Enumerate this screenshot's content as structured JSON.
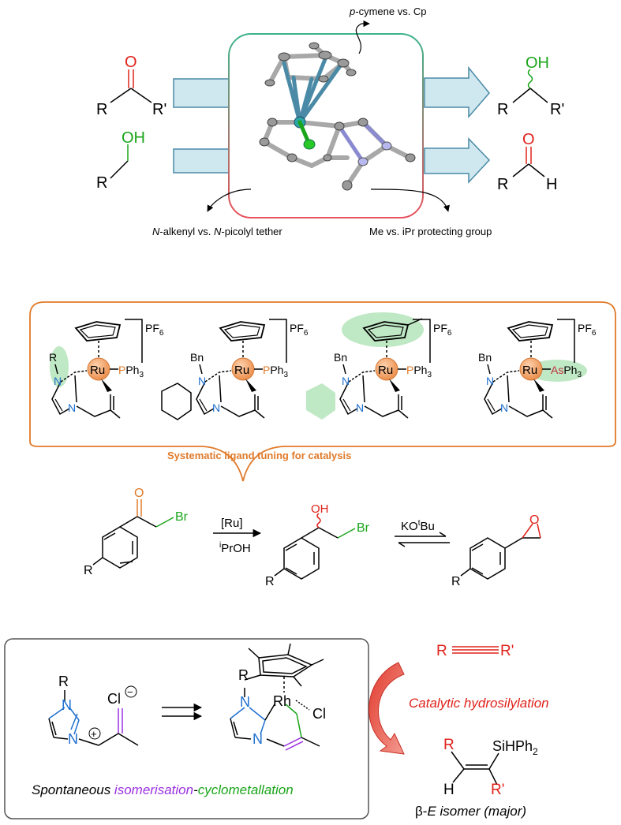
{
  "panel1": {
    "ketone": {
      "R": "R",
      "R2": "R'",
      "O": "O"
    },
    "alcohol_sub": {
      "R": "R",
      "OH": "OH"
    },
    "product_alcohol": {
      "R": "R",
      "R2": "R'",
      "OH": "OH"
    },
    "product_aldehyde": {
      "R": "R",
      "H": "H",
      "O": "O"
    },
    "note_top_prefix": "p",
    "note_top_rest": "-cymene vs. Cp",
    "note_left_a": "N",
    "note_left_b": "-alkenyl vs. ",
    "note_left_c": "N",
    "note_left_d": "-picolyl tether",
    "note_right": "Me vs. iPr protecting group"
  },
  "panel2": {
    "caption": "Systematic ligand tuning for catalysis",
    "complexes": [
      {
        "n_sub": "R",
        "metal": "Ru",
        "ligand": "PPh3",
        "lig_main": "PPh",
        "lig_sub": "3",
        "ligand_atom": "P",
        "counterion": "PF",
        "counterion_sub": "6"
      },
      {
        "n_sub": "Bn",
        "metal": "Ru",
        "ligand": "PPh3",
        "lig_main": "PPh",
        "lig_sub": "3",
        "ligand_atom": "P",
        "counterion": "PF",
        "counterion_sub": "6"
      },
      {
        "n_sub": "Bn",
        "metal": "Ru",
        "ligand": "PPh3",
        "lig_main": "PPh",
        "lig_sub": "3",
        "ligand_atom": "P",
        "counterion": "PF",
        "counterion_sub": "6"
      },
      {
        "n_sub": "Bn",
        "metal": "Ru",
        "ligand": "AsPh3",
        "lig_main": "AsPh",
        "lig_sub": "3",
        "ligand_atom": "As",
        "counterion": "PF",
        "counterion_sub": "6"
      }
    ],
    "reaction": {
      "reagent_top": "[Ru]",
      "reagent_bottom_sup": "i",
      "reagent_bottom": "PrOH",
      "base_main": "KO",
      "base_sup": "t",
      "base_end": "Bu",
      "O": "O",
      "OH": "OH",
      "Br": "Br",
      "R": "R"
    }
  },
  "panel3": {
    "salt": {
      "R": "R",
      "N": "N",
      "plus": "+",
      "Cl": "Cl",
      "minus": "−"
    },
    "complex": {
      "R": "R",
      "N": "N",
      "metal": "Rh",
      "Cl": "Cl"
    },
    "caption_a": "Spontaneous ",
    "caption_b": "isomerisation",
    "caption_c": "-",
    "caption_d": "cyclometallation",
    "alkyne_R": "R",
    "alkyne_R2": "R'",
    "process": "Catalytic hydrosilylation",
    "product": {
      "R": "R",
      "H": "H",
      "R2": "R'",
      "Si": "SiHPh",
      "Si_sub": "2"
    },
    "isomer_a": "β-",
    "isomer_b": "E",
    "isomer_c": " isomer (major)"
  },
  "colors": {
    "red": "#e0221a",
    "green": "#1aa51a",
    "blue": "#1e6fd0",
    "orange": "#e07a2a",
    "purple": "#9b30e0",
    "teal_arrow": "#cfe8f0",
    "ru_ball": "#f0a36a",
    "highlight": "#bfe8c4"
  }
}
